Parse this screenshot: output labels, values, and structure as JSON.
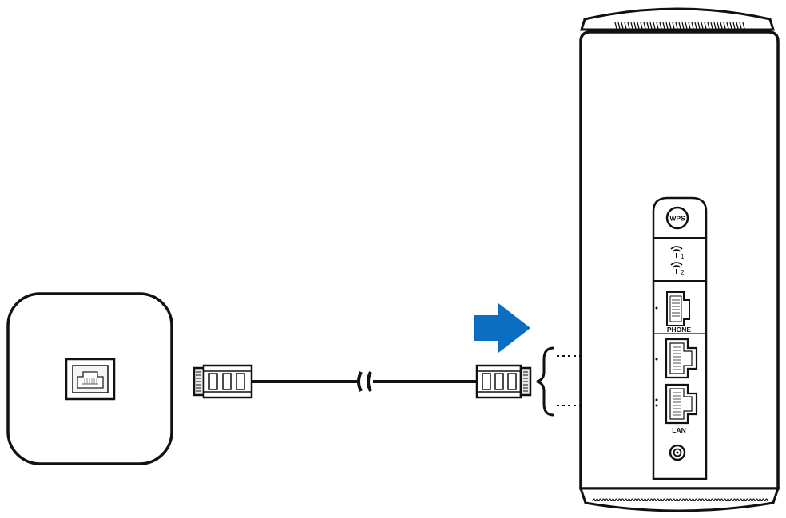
{
  "router": {
    "wps_button": "WPS",
    "wifi_indicators": [
      "1",
      "2"
    ],
    "port_labels": {
      "phone": "PHONE",
      "lan": "LAN"
    }
  },
  "arrow": {
    "color": "#0a6fc2"
  }
}
